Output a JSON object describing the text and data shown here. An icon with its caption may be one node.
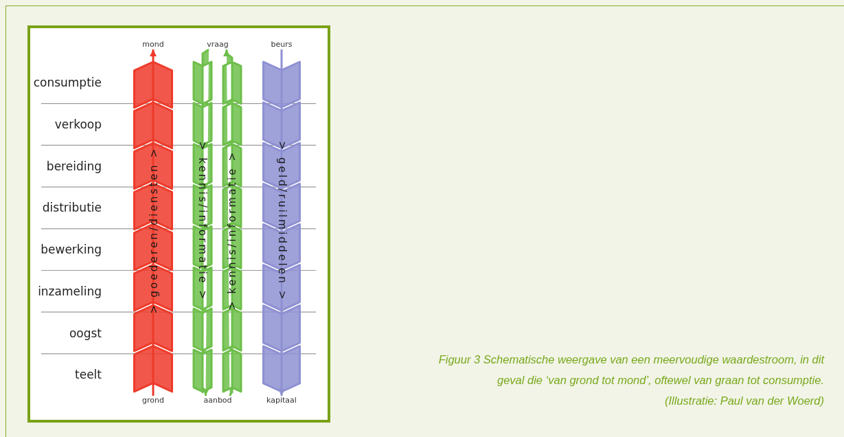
{
  "diagram": {
    "caption": "Figuur 3 Schematische weergave van een meervoudige waardestroom, in dit geval die ‘van grond tot mond’, oftewel van graan tot consumptie.",
    "nodes": [
      {
        "text": [
          "mond"
        ]
      },
      {
        "text": [
          "vraag"
        ]
      },
      {
        "text": [
          "beurs"
        ]
      },
      {
        "text": [
          "grond"
        ]
      },
      {
        "text": [
          "aanbod"
        ]
      },
      {
        "text": [
          "kapitaal"
        ]
      }
    ],
    "edges": [
      {
        "from": 3,
        "to": 0,
        "arrow": "to",
        "label": "> goederen/diensten >",
        "color": "#ee3b2b"
      },
      {
        "from": 1,
        "to": 4,
        "arrow": "to",
        "label": "> kennis/informatie >",
        "color": "#6dbf4a"
      },
      {
        "from": 4,
        "to": 1,
        "arrow": "to",
        "label": "> kennis/informatie >",
        "color": "#6dbf4a"
      },
      {
        "from": 2,
        "to": 5,
        "arrow": "to",
        "label": "> geld/ruilmiddelen >",
        "color": "#8e90d2"
      }
    ],
    "labels": [
      "consumptie",
      "verkoop",
      "bereiding",
      "distributie",
      "bewerking",
      "inzameling",
      "oogst",
      "teelt",
      "(Illustratie: Paul van der Woerd)"
    ]
  }
}
